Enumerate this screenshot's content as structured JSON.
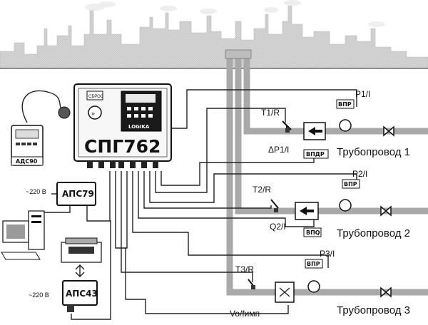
{
  "controller": {
    "name": "СПГ762",
    "small_button": "СБРОС",
    "lcd_text": "LOGIKA"
  },
  "adapters": {
    "ads90": "АДС90",
    "aps79": "АПС79",
    "aps43": "АПС43",
    "aps79_voltage": "~220 В",
    "aps43_voltage": "~220 В"
  },
  "pipelines": [
    {
      "label": "Трубопровод 1",
      "temp": "T1/R",
      "pressure": "P1/I",
      "pressure_box": "ВПР",
      "diff": "ΔP1/I",
      "diff_box": "ВПДР"
    },
    {
      "label": "Трубопровод 2",
      "temp": "T2/R",
      "pressure": "P2/I",
      "pressure_box": "ВПР",
      "flow": "Q2/I",
      "flow_box": "ВПQ"
    },
    {
      "label": "Трубопровод 3",
      "temp": "T3/R",
      "pressure": "P3/I",
      "pressure_box": "ВПР",
      "volume": "Vo/fимп"
    }
  ],
  "colors": {
    "pipe": "#a9a9a9",
    "factory": "#c8c8c8",
    "ink": "#111111"
  }
}
